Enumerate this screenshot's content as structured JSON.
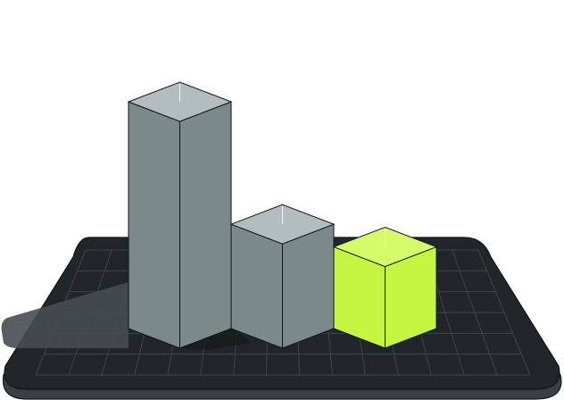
{
  "chart_data": {
    "type": "bar",
    "style": "3d-isometric",
    "categories": [
      "",
      "",
      ""
    ],
    "values": [
      100,
      46,
      36
    ],
    "highlight_index": 2,
    "grid": true,
    "legend": "none",
    "title": "",
    "xlabel": "",
    "ylabel": ""
  },
  "colors": {
    "bar": "#7b898b",
    "bar_front": "#7b898b",
    "bar_side": "#7b898b",
    "bar_top": "#b3bcbf",
    "highlight_front": "#c4f540",
    "highlight_side": "#c4f540",
    "highlight_top": "#d6fb6a",
    "platform_top": "#22262a",
    "platform_edge": "#3a3f45",
    "grid_line": "#3f454c",
    "shadow": "#464c52",
    "outline": "#111418"
  }
}
